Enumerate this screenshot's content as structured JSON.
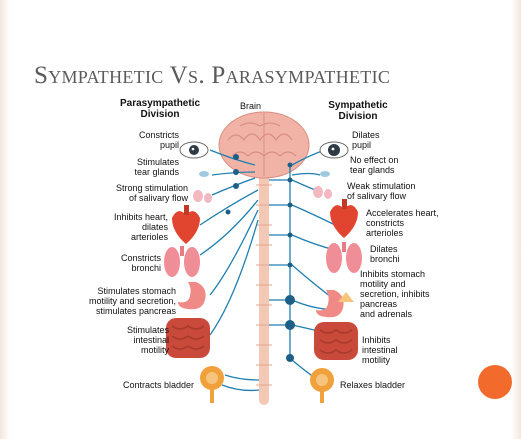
{
  "slide": {
    "title": "Sympathetic Vs. Parasympathetic",
    "accent_color": "#f26b2c"
  },
  "diagram": {
    "parasympathetic_header": "Parasympathetic\nDivision",
    "sympathetic_header": "Sympathetic\nDivision",
    "brain_label": "Brain",
    "parasympathetic_effects": [
      "Constricts\npupil",
      "Stimulates\ntear glands",
      "Strong stimulation\nof salivary flow",
      "Inhibits heart,\ndilates\narterioles",
      "Constricts\nbronchi",
      "Stimulates stomach\nmotility and secretion,\nstimulates pancreas",
      "Stimulates\nintestinal\nmotility",
      "Contracts bladder"
    ],
    "sympathetic_effects": [
      "Dilates\npupil",
      "No effect on\ntear glands",
      "Weak stimulation\nof salivary flow",
      "Accelerates heart,\nconstricts\narterioles",
      "Dilates\nbronchi",
      "Inhibits stomach\nmotility and\nsecretion, inhibits\npancreas\nand adrenals",
      "Inhibits\nintestinal\nmotility",
      "Relaxes bladder"
    ],
    "colors": {
      "nerve": "#1f7fb0",
      "ganglion": "#1d5f86",
      "spine": "#f3c9b5",
      "brain": "#f1b3a6",
      "heart": "#e2452f",
      "lung": "#f08e97",
      "stomach": "#ef8a86",
      "intestine": "#c94a3a",
      "bladder": "#f0a13b",
      "eye": "#2f3b47",
      "gland": "#f4b8c0"
    }
  }
}
